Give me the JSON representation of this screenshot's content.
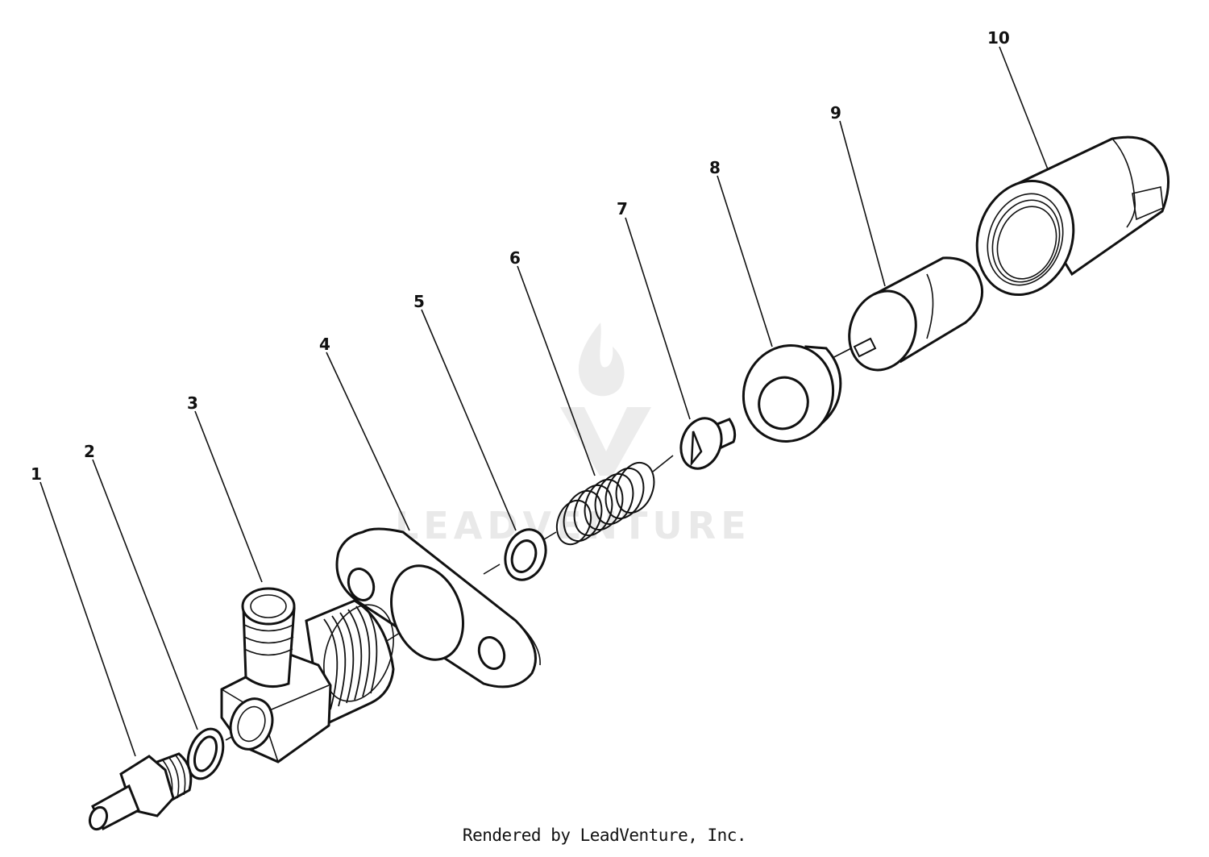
{
  "callouts": [
    "1",
    "2",
    "3",
    "4",
    "5",
    "6",
    "7",
    "8",
    "9",
    "10"
  ],
  "watermark": "LEADVENTURE",
  "footer": "Rendered by LeadVenture, Inc."
}
